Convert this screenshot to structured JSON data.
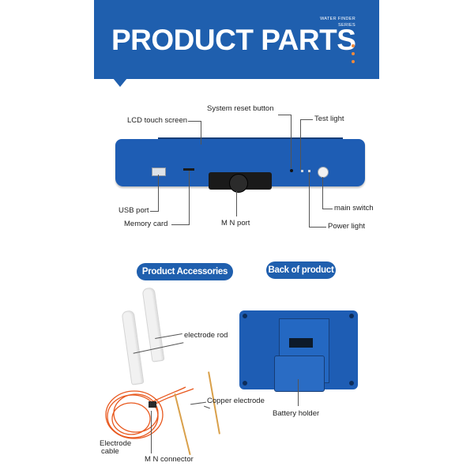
{
  "banner": {
    "title": "PRODUCT PARTS",
    "subtitle_line1": "WATER FINDER",
    "subtitle_line2": "SERIES"
  },
  "labels": {
    "system_reset_button": "System reset button",
    "lcd_touch_screen": "LCD touch screen",
    "test_light": "Test light",
    "usb_port": "USB port",
    "memory_card": "Memory card",
    "mn_port": "M N port",
    "main_switch": "main switch",
    "power_light": "Power light",
    "electrode_rod": "electrode rod",
    "copper_electrode": "Copper electrode",
    "electrode_cable_line1": "Electrode",
    "electrode_cable_line2": "cable",
    "mn_connector": "M N connector",
    "battery_holder": "Battery holder"
  },
  "sections": {
    "accessories": "Product Accessories",
    "back": "Back of product"
  },
  "colors": {
    "brand_blue": "#1f5fae",
    "accent_orange": "#f08a3c",
    "cable_orange": "#e8581e",
    "copper": "#d9a04a"
  },
  "icons": {
    "banner_dots": "three-orange-dots"
  }
}
